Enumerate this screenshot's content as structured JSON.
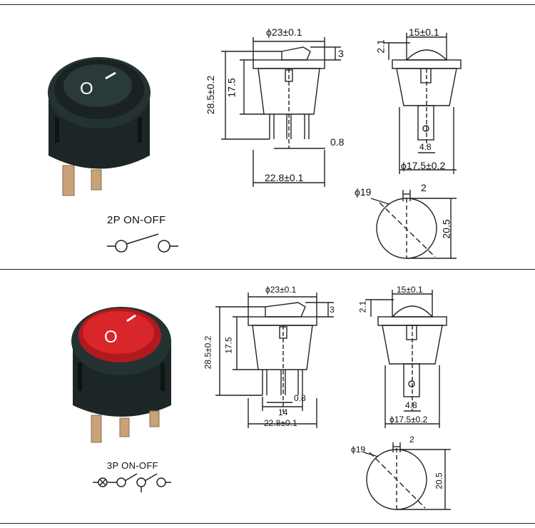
{
  "colors": {
    "line": "#222222",
    "switch_body": "#1f2a2a",
    "switch_red": "#d8262a",
    "terminal": "#c9a27a"
  },
  "top": {
    "circuit_label": "2P  ON-OFF",
    "front": {
      "width": "ϕ23±0.1",
      "rocker_height": "3",
      "height_total": "28.5±0.2",
      "body_height": "17.5",
      "pin_thickness": "0.8",
      "base_width": "22.8±0.1"
    },
    "side": {
      "dome_width": "15±0.1",
      "dome_height": "2.1",
      "terminal_width": "4.8",
      "body_diameter": "ϕ17.5±0.2"
    },
    "cutout": {
      "diameter": "ϕ19",
      "key_width": "2",
      "height": "20.5"
    },
    "rocker_symbols": {
      "off": "O",
      "on": "I"
    }
  },
  "bottom": {
    "circuit_label": "3P  ON-OFF",
    "front": {
      "width": "ϕ23±0.1",
      "rocker_height": "3",
      "height_total": "28.5±0.2",
      "body_height": "17.5",
      "pin_thickness": "0.8",
      "pin_spacing": "14",
      "base_width": "22.8±0.1"
    },
    "side": {
      "dome_width": "15±0.1",
      "dome_height": "2.1",
      "terminal_width": "4.8",
      "body_diameter": "ϕ17.5±0.2"
    },
    "cutout": {
      "diameter": "ϕ19",
      "key_width": "2",
      "height": "20.5"
    },
    "rocker_symbols": {
      "off": "O",
      "on": "I"
    }
  }
}
